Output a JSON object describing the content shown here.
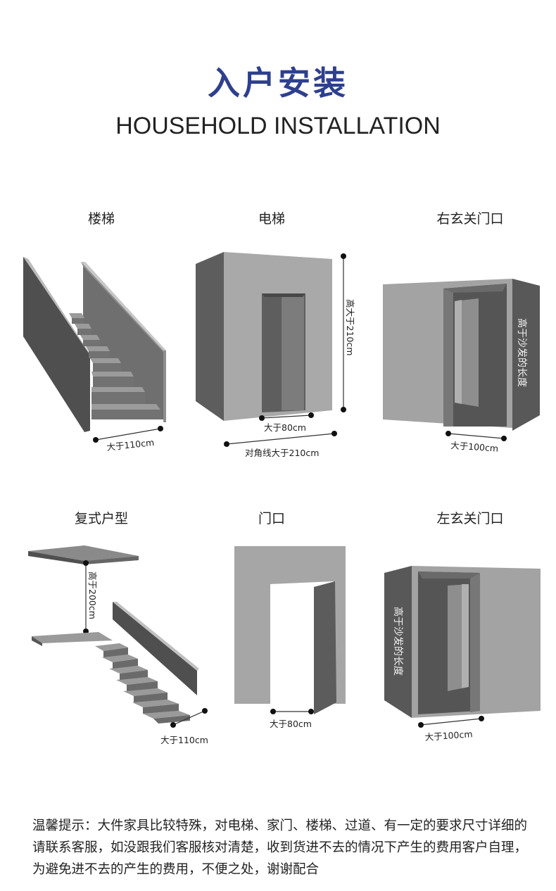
{
  "header": {
    "title_cn": "入户安装",
    "title_en": "HOUSEHOLD INSTALLATION"
  },
  "panels": {
    "stairs": {
      "label": "楼梯",
      "dim": "大于110cm"
    },
    "elevator": {
      "label": "电梯",
      "height": "高大于210cm",
      "width": "大于80cm",
      "diagonal": "对角线大于210cm"
    },
    "right_entry": {
      "label": "右玄关门口",
      "side": "高于沙发的长度",
      "width": "大于100cm"
    },
    "duplex": {
      "label": "复式户型",
      "height": "高于200cm",
      "dim": "大于110cm"
    },
    "door": {
      "label": "门口",
      "width": "大于80cm"
    },
    "left_entry": {
      "label": "左玄关门口",
      "side": "高于沙发的长度",
      "width": "大于100cm"
    }
  },
  "notice": {
    "text": "温馨提示：大件家具比较特殊，对电梯、家门、楼梯、过道、有一定的要求尺寸详细的请联系客服，如没跟我们客服核对清楚，收到货进不去的情况下产生的费用客户自理，为避免进不去的产生的费用，不便之处，谢谢配合"
  },
  "colors": {
    "title": "#2e3f8f",
    "wall_dark": "#5a5a5a",
    "wall_mid": "#8c8c8c",
    "wall_light": "#a7a7a7"
  }
}
